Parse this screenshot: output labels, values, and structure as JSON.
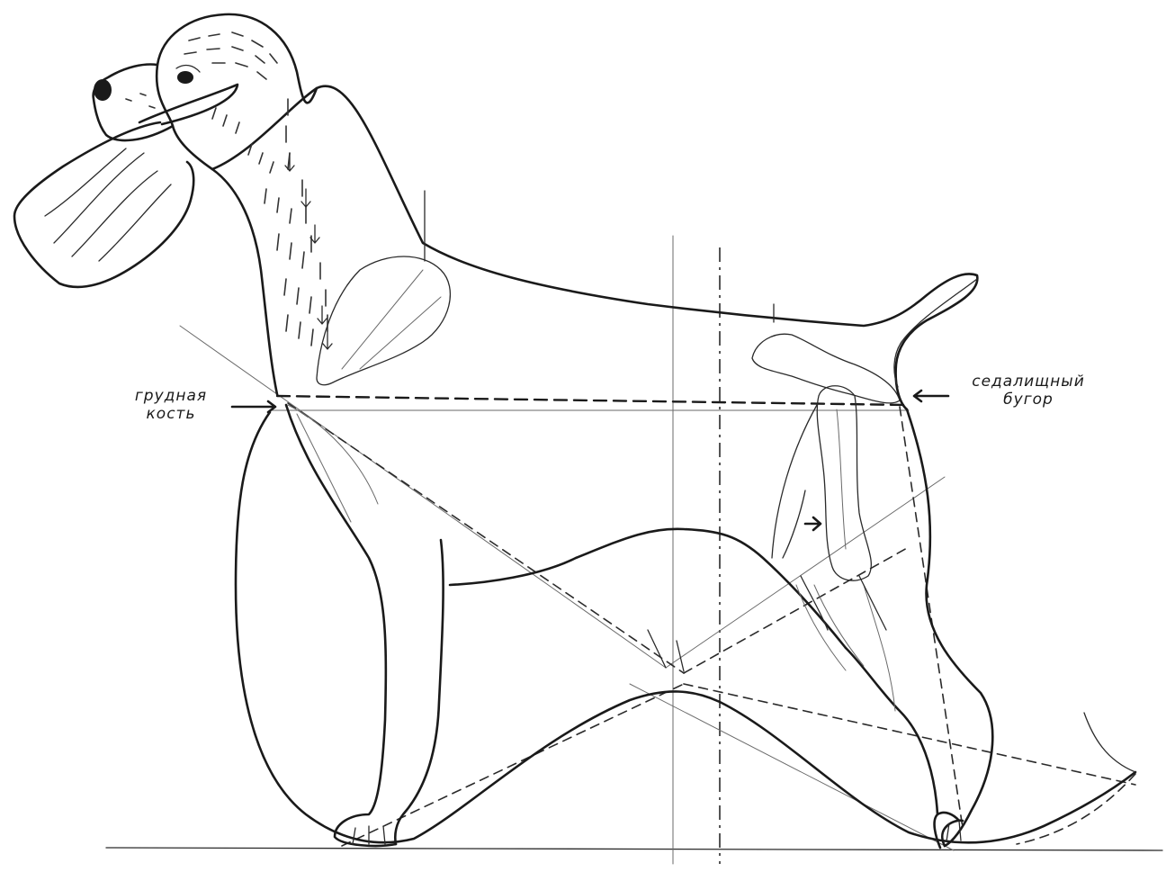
{
  "labels": {
    "sternum_line1": "грудная",
    "sternum_line2": "кость",
    "ischial_line1": "седалищный",
    "ischial_line2": "бугор"
  },
  "colors": {
    "ink": "#1a1a1a",
    "paper": "#ffffff"
  }
}
